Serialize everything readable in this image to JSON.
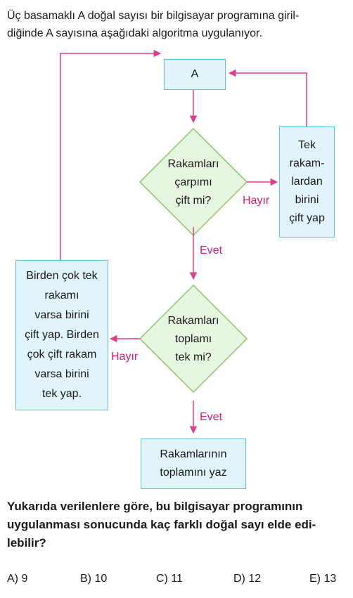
{
  "intro": {
    "line1": "Üç basamaklı A doğal sayısı bir bilgisayar programına giril-",
    "line2": "diğinde A sayısına aşağıdaki algoritma uygulanıyor."
  },
  "flowchart": {
    "start_label": "A",
    "decision1": [
      "Rakamları",
      "çarpımı",
      "çift mi?"
    ],
    "decision2": [
      "Rakamları",
      "toplamı",
      "tek mi?"
    ],
    "right_box": [
      "Tek",
      "rakam-",
      "lardan",
      "birini",
      "çift yap"
    ],
    "left_box": [
      "Birden çok tek",
      "rakamı",
      "varsa birini",
      "çift yap. Birden",
      "çok çift rakam",
      "varsa birini",
      "tek yap."
    ],
    "end_box": [
      "Rakamlarının",
      "toplamını yaz"
    ],
    "no_label_1": "Hayır",
    "yes_label_1": "Evet",
    "no_label_2": "Hayır",
    "yes_label_2": "Evet",
    "colors": {
      "arrow": "#e03c8a",
      "box_fill": "#e1f4fb",
      "box_border": "#5fbfe0",
      "diamond_fill": "#e6f5df",
      "diamond_border": "#8cc56a"
    }
  },
  "question": {
    "line1": "Yukarıda verilenlere göre, bu bilgisayar programının",
    "line2": "uygulanması sonucunda kaç farklı doğal sayı elde edi-",
    "line3": "lebilir?"
  },
  "choices": [
    "A) 9",
    "B) 10",
    "C) 11",
    "D) 12",
    "E) 13"
  ]
}
